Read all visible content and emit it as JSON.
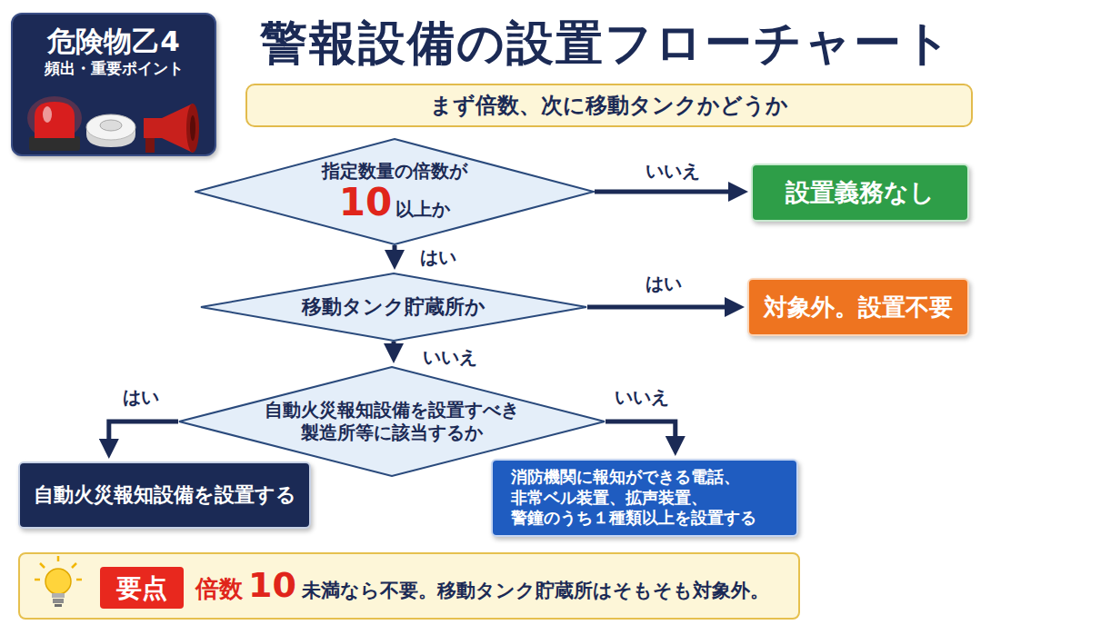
{
  "diagram": {
    "title": "警報設備の設置フローチャート",
    "nodes": [
      {
        "text": [
          "危険物乙4",
          "頻出・重要ポイント"
        ]
      },
      {
        "text": [
          "まず倍数、次に移動タンクかどうか"
        ]
      },
      {
        "text": [
          "指定数量の倍数が",
          "10",
          "以上か"
        ]
      },
      {
        "text": [
          "設置義務なし"
        ]
      },
      {
        "text": [
          "移動タンク貯蔵所か"
        ]
      },
      {
        "text": [
          "対象外。設置不要"
        ]
      },
      {
        "text": [
          "自動火災報知設備を設置すべき 製造所等に該当するか"
        ]
      },
      {
        "text": [
          "自動火災報知設備を設置する"
        ]
      },
      {
        "text": [
          "消防機関に報知ができる電話、 非常ベル装置、拡声装置、 警鐘のうち１種類以上を設置する"
        ]
      },
      {
        "text": [
          "倍数",
          "10",
          "未満なら不要。移動タンク貯蔵所はそもそも対象外。"
        ]
      },
      {
        "text": [
          "要点"
        ],
        "in": 9
      }
    ],
    "edges": [
      {
        "from": 2,
        "to": 3,
        "label": "いいえ",
        "arrow": "to"
      },
      {
        "from": 2,
        "to": 4,
        "label": "はい",
        "arrow": "to"
      },
      {
        "from": 4,
        "to": 5,
        "label": "はい",
        "arrow": "to"
      },
      {
        "from": 4,
        "to": 6,
        "label": "いいえ",
        "arrow": "to"
      },
      {
        "from": 6,
        "to": 7,
        "label": "はい",
        "arrow": "to"
      },
      {
        "from": 6,
        "to": 8,
        "label": "いいえ",
        "arrow": "to"
      }
    ]
  }
}
